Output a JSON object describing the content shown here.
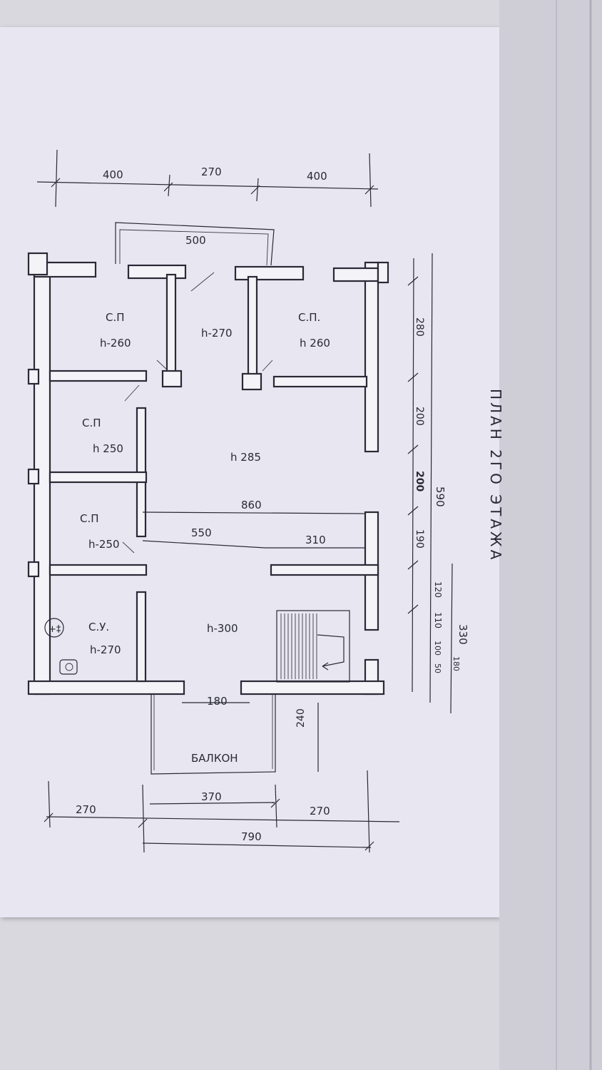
{
  "title": "ПЛАН 2ГО ЭТАЖА",
  "rooms": [
    {
      "name": "С.П",
      "height": "h-260"
    },
    {
      "name": "",
      "height": "h-270"
    },
    {
      "name": "С.П.",
      "height": "h 260"
    },
    {
      "name": "С.П",
      "height": "h 250"
    },
    {
      "name": "",
      "height": "h 285"
    },
    {
      "name": "С.П",
      "height": "h-250"
    },
    {
      "name": "С.У.",
      "height": "h-270"
    },
    {
      "name": "",
      "height": "h-300"
    },
    {
      "name": "БАЛКОН",
      "height": ""
    }
  ],
  "dimensions": {
    "top": [
      "400",
      "270",
      "400"
    ],
    "top_inner": "500",
    "right": [
      "280",
      "200",
      "200",
      "190",
      "120",
      "110",
      "100",
      "50",
      "180"
    ],
    "right_total": "590",
    "right_stair_total": "330",
    "interior": [
      "860",
      "550",
      "310"
    ],
    "balcony_width": "180",
    "balcony_depth": "240",
    "bottom": [
      "270",
      "370",
      "270"
    ],
    "bottom_total": "790"
  },
  "colors": {
    "background": "#d9d8df",
    "paper": "#e7e6f1",
    "ink": "#2a2a36"
  }
}
